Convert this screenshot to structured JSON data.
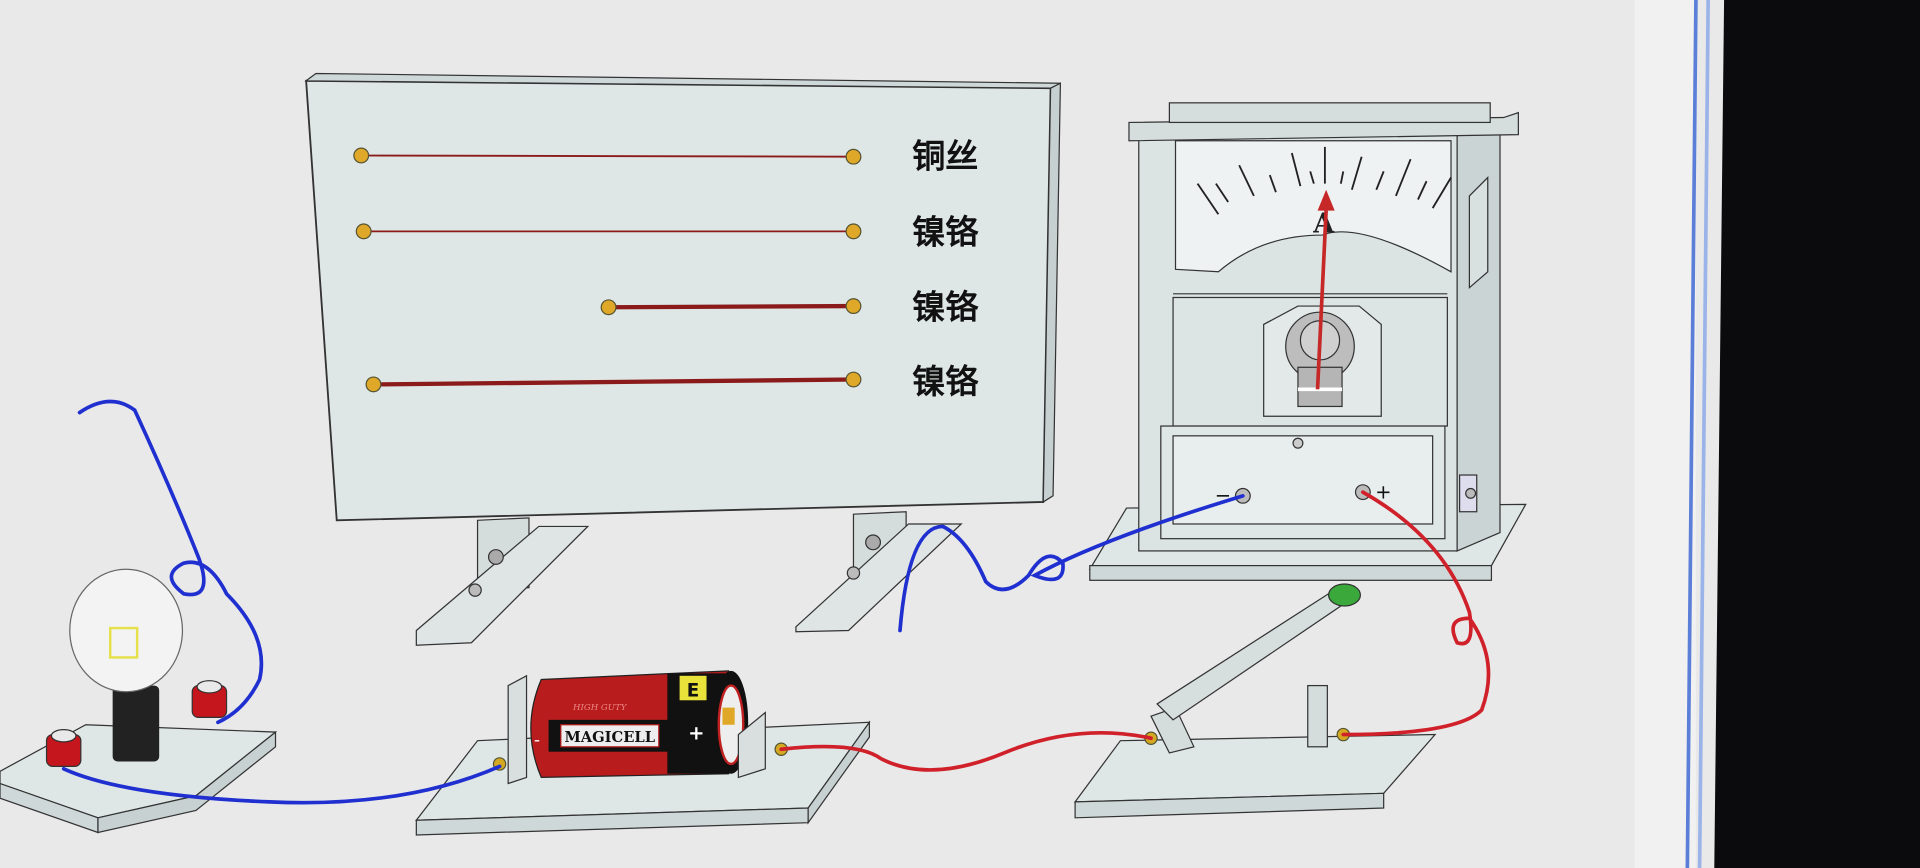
{
  "board": {
    "wires": [
      {
        "label": "铜丝",
        "material": "copper",
        "length": "long",
        "thickness": "thin"
      },
      {
        "label": "镍铬",
        "material": "nichrome",
        "length": "long",
        "thickness": "thin"
      },
      {
        "label": "镍铬",
        "material": "nichrome",
        "length": "short",
        "thickness": "thick"
      },
      {
        "label": "镍铬",
        "material": "nichrome",
        "length": "long",
        "thickness": "thick"
      }
    ]
  },
  "ammeter": {
    "symbol": "A",
    "minus": "−",
    "plus": "+"
  },
  "battery": {
    "brand": "MAGICELL",
    "subtext": "HIGH GUTY",
    "minus": "-",
    "plus": "+",
    "badge": "E"
  },
  "colors": {
    "screen": "#ececec",
    "blue_wire": "#1f2fd0",
    "red_wire": "#d0202a",
    "battery_red": "#b81c1c",
    "board_fill": "#dfe6e6"
  }
}
